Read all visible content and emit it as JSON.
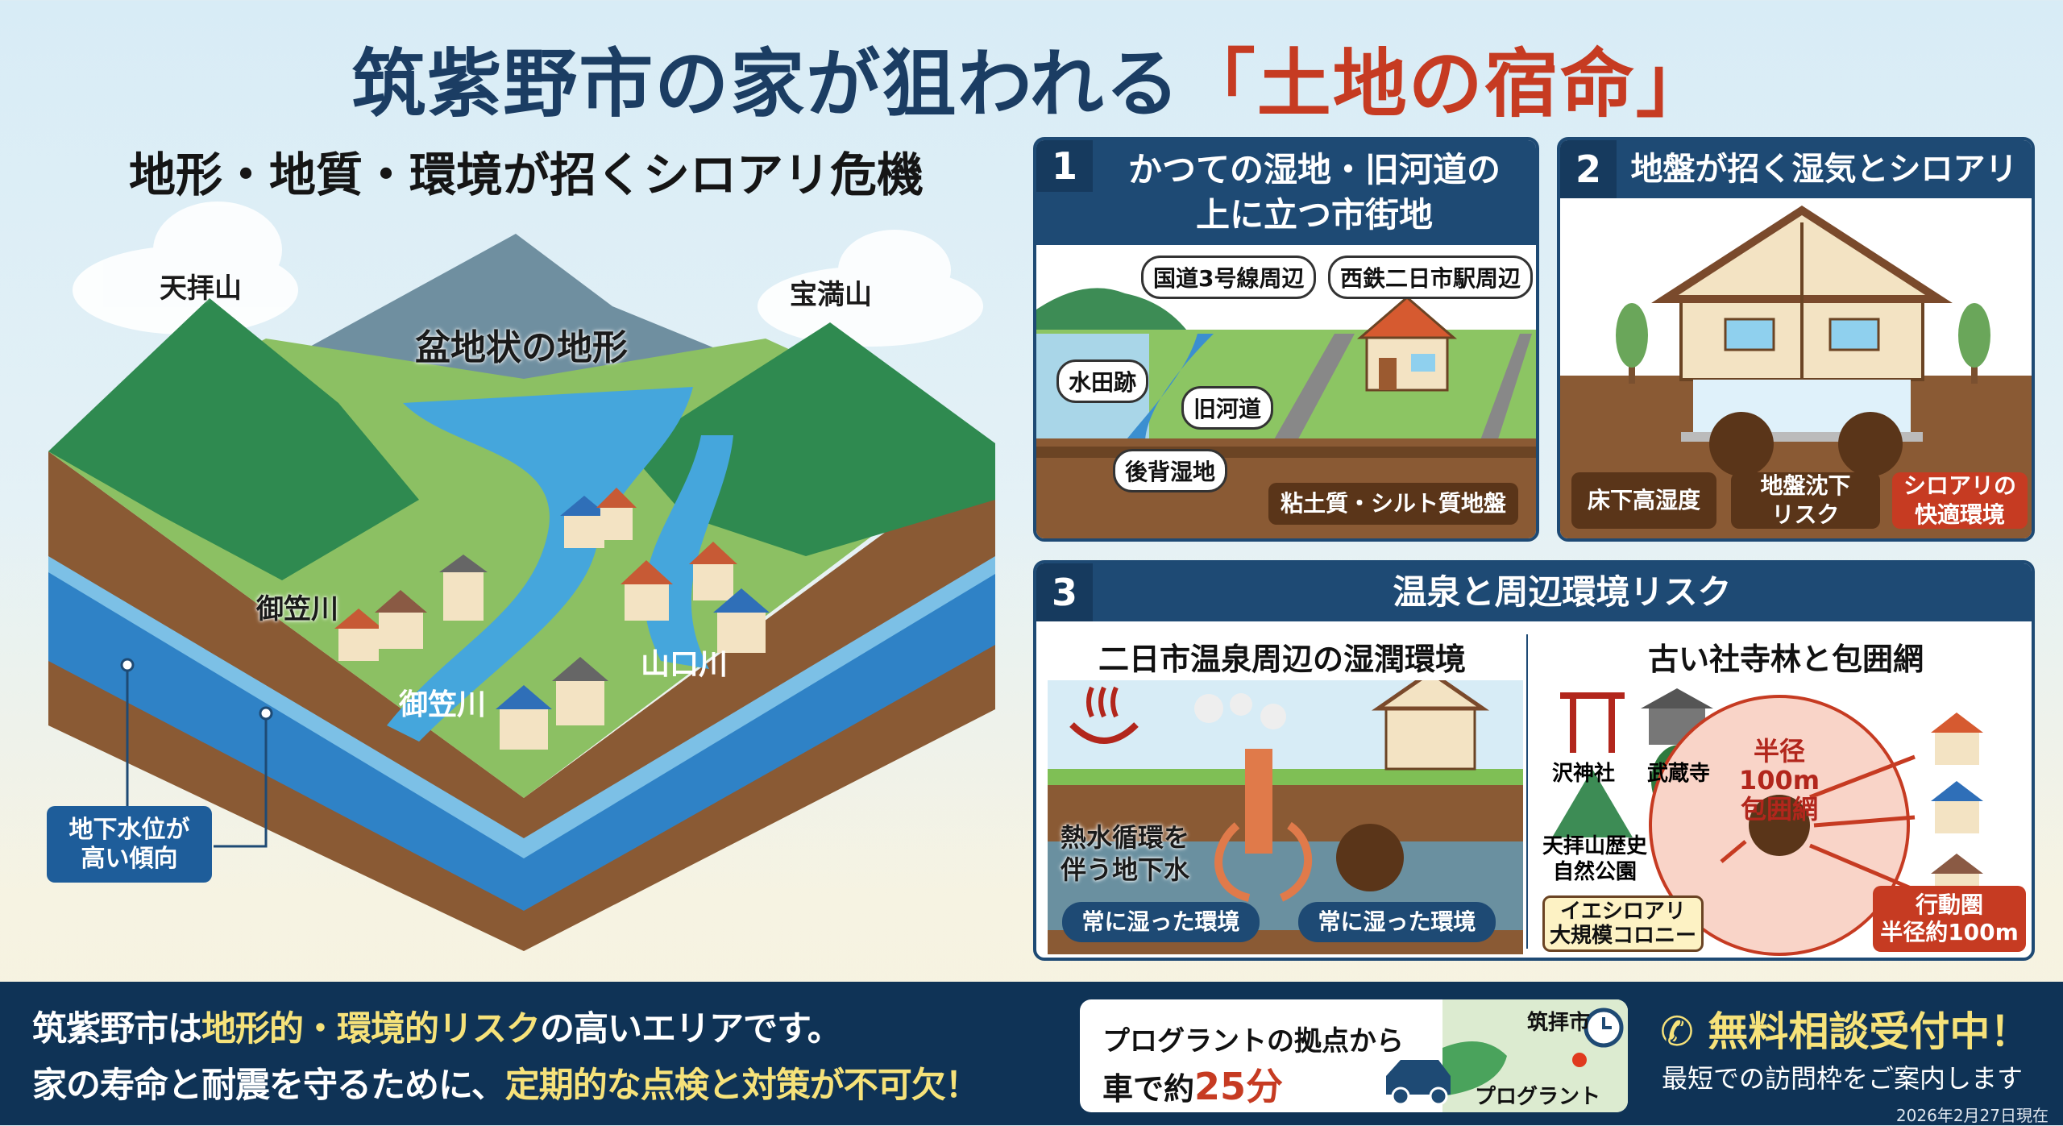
{
  "header": {
    "title_main": "筑紫野市の家が狙われる",
    "title_quote": "「土地の宿命」",
    "subtitle": "地形・地質・環境が招くシロアリ危機"
  },
  "terrain": {
    "mountain_left": "天拝山",
    "mountain_right": "宝満山",
    "basin": "盆地状の地形",
    "river_1": "御笠川",
    "river_2": "御笠川",
    "river_3": "山口川",
    "groundwater_line1": "地下水位が",
    "groundwater_line2": "高い傾向"
  },
  "panel1": {
    "number": "1",
    "title_line1": "かつての湿地・旧河道の",
    "title_line2": "上に立つ市街地",
    "tag_route3": "国道3号線周辺",
    "tag_station": "西鉄二日市駅周辺",
    "tag_paddy": "水田跡",
    "tag_old_river": "旧河道",
    "tag_backmarsh": "後背湿地",
    "soil": "粘土質・シルト質地盤"
  },
  "panel2": {
    "number": "2",
    "title": "地盤が招く湿気とシロアリ",
    "box1": "床下高湿度",
    "box2_line1": "地盤沈下",
    "box2_line2": "リスク",
    "box3_line1": "シロアリの",
    "box3_line2": "快適環境"
  },
  "panel3": {
    "number": "3",
    "title": "温泉と周辺環境リスク",
    "left_heading": "二日市温泉周辺の湿潤環境",
    "hot_water_line1": "熱水循環を",
    "hot_water_line2": "伴う地下水",
    "pill_left": "常に湿った環境",
    "pill_right": "常に湿った環境",
    "right_heading": "古い社寺林と包囲網",
    "shrine": "沢神社",
    "temple": "武蔵寺",
    "park_line1": "天拝山歴史",
    "park_line2": "自然公園",
    "radius_line1": "半径100m",
    "radius_line2": "包囲網",
    "colony_line1": "イエシロアリ",
    "colony_line2": "大規模コロニー",
    "range_line1": "行動圏",
    "range_line2": "半径約100m"
  },
  "footer": {
    "line1_a": "筑紫野市は",
    "line1_hl": "地形的・環境的リスク",
    "line1_b": "の高いエリアです。",
    "line2_a": "家の寿命と耐震を守るために、",
    "line2_hl": "定期的な点検と対策が不可欠！",
    "card_line1": "プログラントの拠点から",
    "card_line2_a": "車で約",
    "card_minutes": "25分",
    "map_city": "筑拝市",
    "map_base": "プログラント",
    "cta": "無料相談受付中！",
    "cta_sub": "最短での訪問枠をご案内します",
    "date": "2026年2月27日現在"
  },
  "colors": {
    "navy": "#1e4a74",
    "title_navy": "#1b3d63",
    "accent_red": "#c63b22",
    "highlight_yellow": "#f6e27a",
    "footer_bg": "#0f3356",
    "soil_brown": "#6b4424"
  }
}
